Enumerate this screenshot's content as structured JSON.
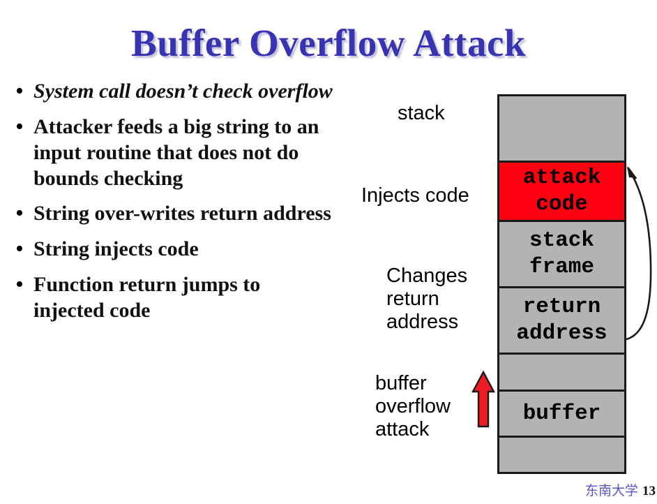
{
  "title": "Buffer Overflow Attack",
  "title_color": "#3833b0",
  "bullets": [
    {
      "marker": "•",
      "text": "System call doesn’t check overflow",
      "style": "italic"
    },
    {
      "marker": "•",
      "text": "Attacker feeds a big string to an input routine that does not do bounds checking",
      "style": "bold"
    },
    {
      "marker": "•",
      "text": "String over-writes return address",
      "style": "bold"
    },
    {
      "marker": "•",
      "text": "String injects code",
      "style": "bold"
    },
    {
      "marker": "•",
      "text": "Function return jumps to injected code",
      "style": "bold"
    }
  ],
  "diagram": {
    "labels": {
      "stack": "stack",
      "injects_code": "Injects code",
      "changes_return_address": "Changes\nreturn\naddress",
      "buffer_overflow_attack": "buffer\noverflow\nattack"
    },
    "colors": {
      "stack_fill": "#b3b3b3",
      "attack_fill": "#ff0010",
      "border": "#1a1a1a",
      "red_arrow": "#ed1c24"
    },
    "rows": [
      {
        "label": "",
        "fill": "#b3b3b3"
      },
      {
        "label": "attack\ncode",
        "fill": "#ff0010"
      },
      {
        "label": "stack\nframe",
        "fill": "#b3b3b3"
      },
      {
        "label": "return\naddress",
        "fill": "#b3b3b3"
      },
      {
        "label": "",
        "fill": "#b3b3b3"
      },
      {
        "label": "buffer",
        "fill": "#b3b3b3"
      },
      {
        "label": "",
        "fill": "#b3b3b3"
      }
    ]
  },
  "footer": {
    "organization": "东南大学",
    "page_number": "13"
  }
}
